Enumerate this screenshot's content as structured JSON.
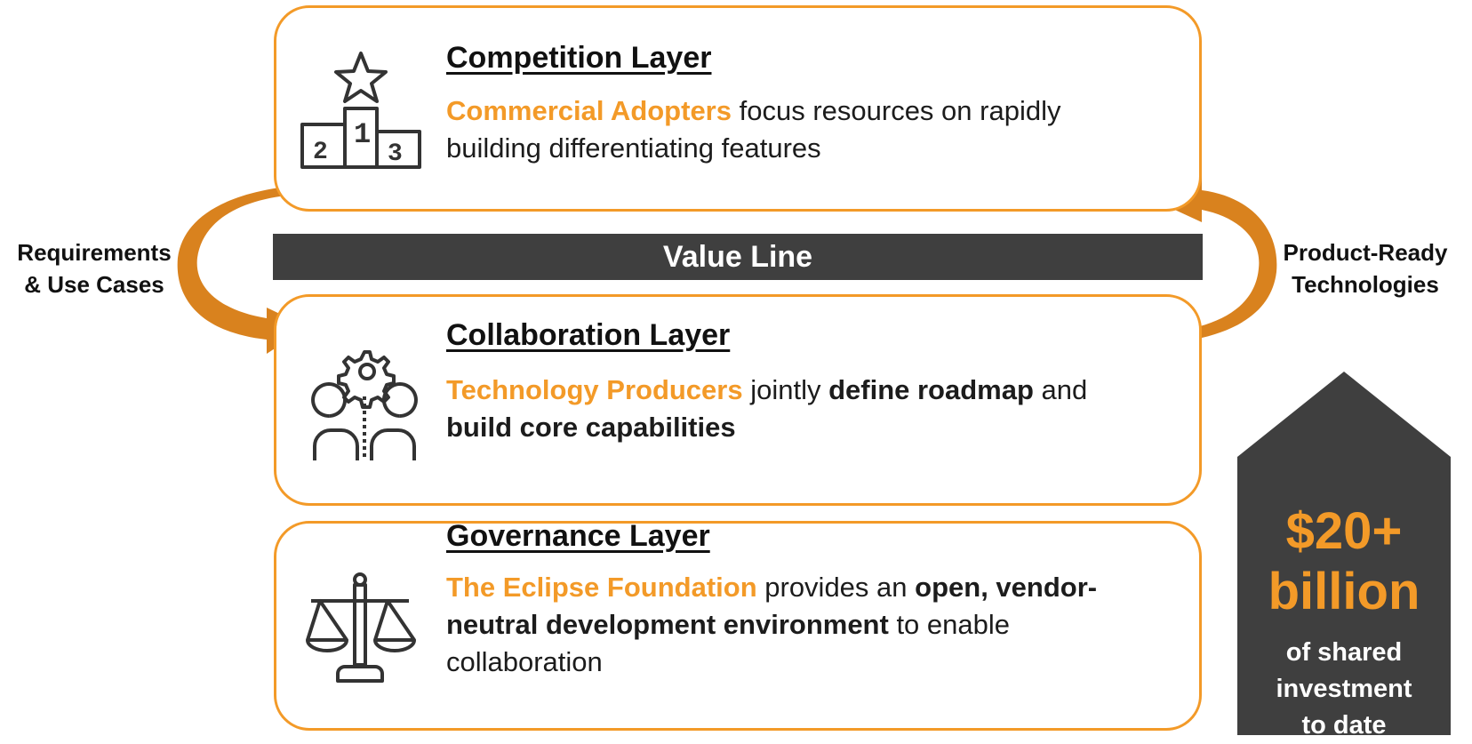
{
  "colors": {
    "accent": "#f39a28",
    "arrow": "#d9821e",
    "dark": "#3f3f3f"
  },
  "value_line": "Value Line",
  "left_label": {
    "line1": "Requirements",
    "line2": "& Use Cases"
  },
  "right_label": {
    "line1": "Product-Ready",
    "line2": "Technologies"
  },
  "layers": {
    "competition": {
      "icon": "podium-icon",
      "title": "Competition Layer",
      "accent": "Commercial Adopters",
      "text": " focus resources on rapidly building differentiating features"
    },
    "collaboration": {
      "icon": "people-gear-icon",
      "title": "Collaboration Layer",
      "accent": "Technology Producers",
      "t1": " jointly ",
      "b1": "define roadmap",
      "t2": " and ",
      "b2": "build core capabilities"
    },
    "governance": {
      "icon": "scales-icon",
      "title": "Governance Layer",
      "accent": "The Eclipse Foundation",
      "t1": " provides an ",
      "b1": "open, vendor-neutral development environment",
      "t2": " to enable collaboration"
    }
  },
  "investment": {
    "amount_line1": "$20+",
    "amount_line2": "billion",
    "sub_line1": "of shared",
    "sub_line2": "investment",
    "sub_line3": "to date"
  }
}
